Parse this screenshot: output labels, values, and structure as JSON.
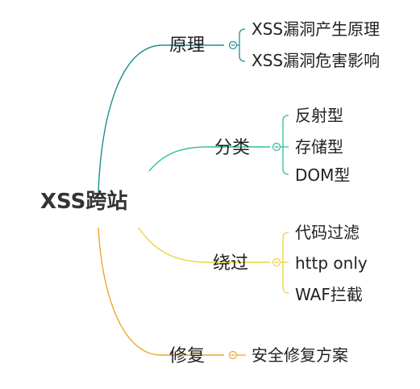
{
  "root": {
    "label": "XSS跨站"
  },
  "branches": [
    {
      "label": "原理",
      "color": "#1f8f93",
      "leaves": [
        "XSS漏洞产生原理",
        "XSS漏洞危害影响"
      ]
    },
    {
      "label": "分类",
      "color": "#2cbe9c",
      "leaves": [
        "反射型",
        "存储型",
        "DOM型"
      ]
    },
    {
      "label": "绕过",
      "color": "#efd33a",
      "leaves": [
        "代码过滤",
        "http only",
        "WAF拦截"
      ]
    },
    {
      "label": "修复",
      "color": "#f0a52a",
      "leaves": [
        "安全修复方案"
      ]
    }
  ]
}
